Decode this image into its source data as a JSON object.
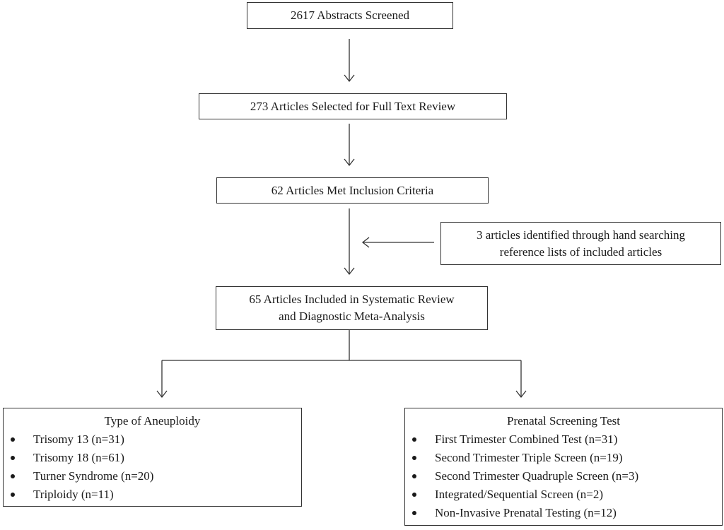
{
  "boxes": {
    "screened": "2617 Abstracts Screened",
    "fulltext": "273 Articles Selected for Full Text Review",
    "inclusion": "62 Articles Met Inclusion Criteria",
    "hand_search": [
      "3 articles identified through hand searching",
      "reference lists of included articles"
    ],
    "included": [
      "65 Articles Included in Systematic Review",
      "and Diagnostic Meta-Analysis"
    ]
  },
  "aneuploidy": {
    "title": "Type of Aneuploidy",
    "items": [
      "Trisomy 13 (n=31)",
      "Trisomy 18 (n=61)",
      "Turner Syndrome (n=20)",
      "Triploidy (n=11)"
    ]
  },
  "screening": {
    "title": "Prenatal Screening Test",
    "items": [
      "First Trimester Combined Test (n=31)",
      "Second Trimester Triple Screen (n=19)",
      "Second Trimester Quadruple Screen (n=3)",
      "Integrated/Sequential Screen (n=2)",
      "Non-Invasive Prenatal Testing (n=12)"
    ]
  }
}
